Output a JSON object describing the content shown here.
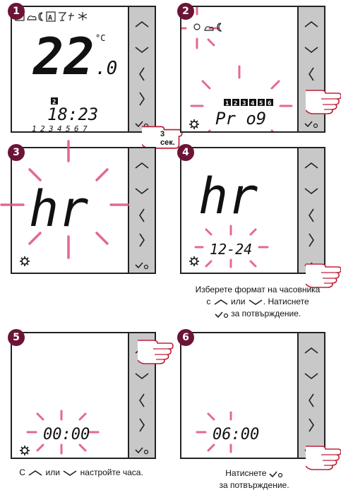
{
  "steps": [
    {
      "number": "1",
      "temp": "22",
      "temp_decimal": ".0",
      "unit": "°C",
      "time": "18:23",
      "day_badge": "2",
      "days": [
        "1",
        "2",
        "3",
        "4",
        "5",
        "6",
        "7"
      ],
      "press_label": "3 сек."
    },
    {
      "number": "2",
      "program": "Pr o9",
      "day_badges": [
        "1",
        "2",
        "3",
        "4",
        "5",
        "6"
      ]
    },
    {
      "number": "3",
      "mode": "hr"
    },
    {
      "number": "4",
      "mode": "hr",
      "format": "12-24"
    },
    {
      "number": "5",
      "time": "00:00"
    },
    {
      "number": "6",
      "time": "06:00"
    }
  ],
  "captions": {
    "step4_line1": "Изберете формат на часовника",
    "step4_c": "с",
    "step4_or": "или",
    "step4_press": ". Натиснете",
    "step4_confirm": "за потвърждение.",
    "step5_c": "С",
    "step5_or": "или",
    "step5_set": "настройте часа.",
    "step6_press": "Натиснете",
    "step6_confirm": "за потвърждение."
  },
  "colors": {
    "badge": "#6b1437",
    "flash": "#e0507a",
    "keys": "#c8c8c8",
    "hand": "#c0203a"
  }
}
